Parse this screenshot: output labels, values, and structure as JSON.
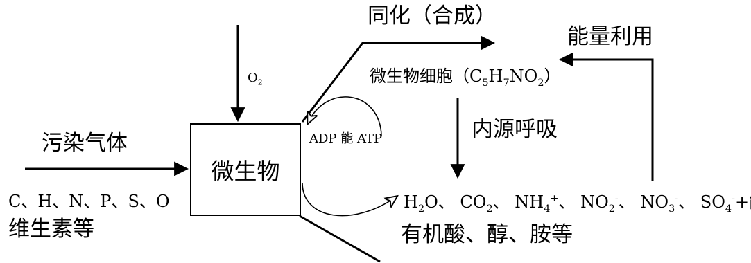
{
  "colors": {
    "stroke": "#000000",
    "background": "#ffffff"
  },
  "labels": {
    "assimilation": "同化（合成）",
    "energy_use": "能量利用",
    "o2_main": "O",
    "o2_sub": "2",
    "cell_main": "微生物细胞（C",
    "cell_sub1": "5",
    "cell_mid": "H",
    "cell_sub2": "7",
    "cell_tail": "NO",
    "cell_sub3": "2",
    "cell_close": "）",
    "pollutant_gas": "污染气体",
    "adp_atp": "ADP 能 ATP",
    "endogenous_respiration": "内源呼吸",
    "microorganism": "微生物",
    "elements": "C、H、N、P、S、O",
    "vitamins": "维生素等",
    "products": {
      "h2o": "H",
      "h2o_sub": "2",
      "h2o_o": "O、",
      "co2": "CO",
      "co2_sub": "2",
      "co2_sep": "、",
      "nh4": "NH",
      "nh4_sub": "4",
      "nh4_sup": "+",
      "nh4_sep": "、",
      "no2": "NO",
      "no2_sub": "2",
      "no2_sup": "-",
      "no2_sep": "、",
      "no3": "NO",
      "no3_sub": "3",
      "no3_sup": "-",
      "no3_sep": "、",
      "so4": "SO",
      "so4_sub": "4",
      "so4_sup": "-",
      "energy": "+能量"
    },
    "organic_acids": "有机酸、醇、胺等"
  }
}
